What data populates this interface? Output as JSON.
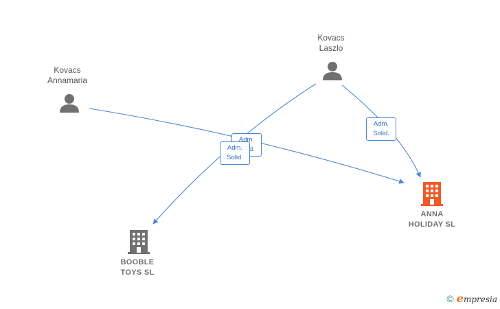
{
  "nodes": {
    "person_annamaria": {
      "line1": "Kovacs",
      "line2": "Annamaria"
    },
    "person_laszlo": {
      "line1": "Kovacs",
      "line2": "Laszlo"
    },
    "company_booble": {
      "line1": "BOOBLE",
      "line2": "TOYS  SL"
    },
    "company_anna": {
      "line1": "ANNA",
      "line2": "HOLIDAY  SL"
    }
  },
  "edges": {
    "annamaria_to_anna": {
      "line1": "Adm.",
      "line2": "Solid."
    },
    "laszlo_to_booble": {
      "line1": "Adm.",
      "line2": "Solid."
    },
    "laszlo_to_anna": {
      "line1": "Adm.",
      "line2": "Solid."
    }
  },
  "colors": {
    "edge": "#4a86d4",
    "person_icon": "#707070",
    "company_icon": "#707070",
    "main_company_icon": "#f05a28"
  },
  "footer": {
    "copyright_symbol": "©",
    "brand_initial": "e",
    "brand_rest": "mpresia"
  }
}
